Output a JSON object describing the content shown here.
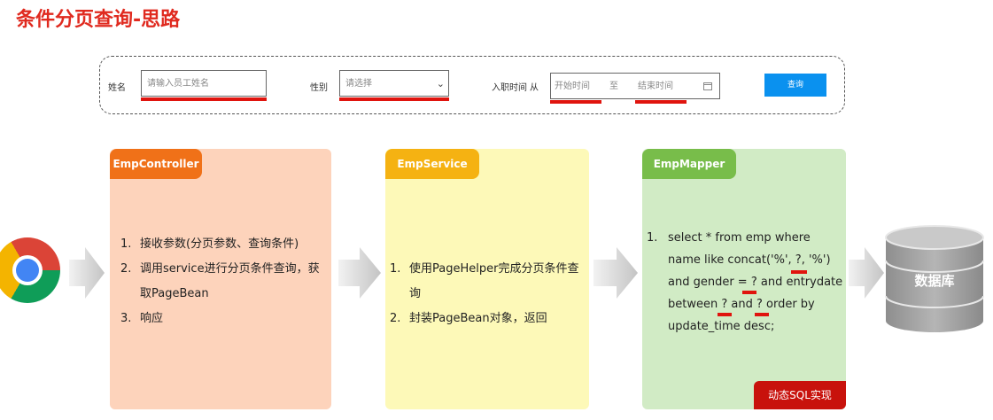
{
  "title": "条件分页查询-思路",
  "form": {
    "name_label": "姓名",
    "name_placeholder": "请输入员工姓名",
    "gender_label": "性别",
    "gender_placeholder": "请选择",
    "date_label": "入职时间",
    "date_from": "从",
    "start_placeholder": "开始时间",
    "date_sep": "至",
    "end_placeholder": "结束时间",
    "search_button": "查询"
  },
  "controller": {
    "name": "EmpController",
    "items": [
      "接收参数(分页参数、查询条件)",
      "调用service进行分页条件查询，获取PageBean",
      "响应"
    ]
  },
  "service": {
    "name": "EmpService",
    "items": [
      "使用PageHelper完成分页条件查询",
      "封装PageBean对象，返回"
    ]
  },
  "mapper": {
    "name": "EmpMapper",
    "sql_number": "1.",
    "sql_lines": [
      "select * from emp where",
      "name like concat('%', ?, '%')",
      "and gender = ? and entrydate",
      "between ? and ?  order by",
      "update_time desc;"
    ],
    "dynamic_label": "动态SQL实现"
  },
  "database": {
    "label": "数据库"
  },
  "colors": {
    "title": "#e02a1f",
    "controller_bg": "#fdd3bb",
    "controller_tag": "#f07118",
    "service_bg": "#fdf9b8",
    "service_tag": "#f5b212",
    "mapper_bg": "#d1ebc5",
    "mapper_tag": "#78bd4a",
    "button": "#0a91ef",
    "highlight": "#e0140e"
  },
  "icons": [
    "chrome-browser-icon",
    "arrow-right-icon",
    "calendar-icon",
    "chevron-down-icon",
    "database-icon"
  ]
}
